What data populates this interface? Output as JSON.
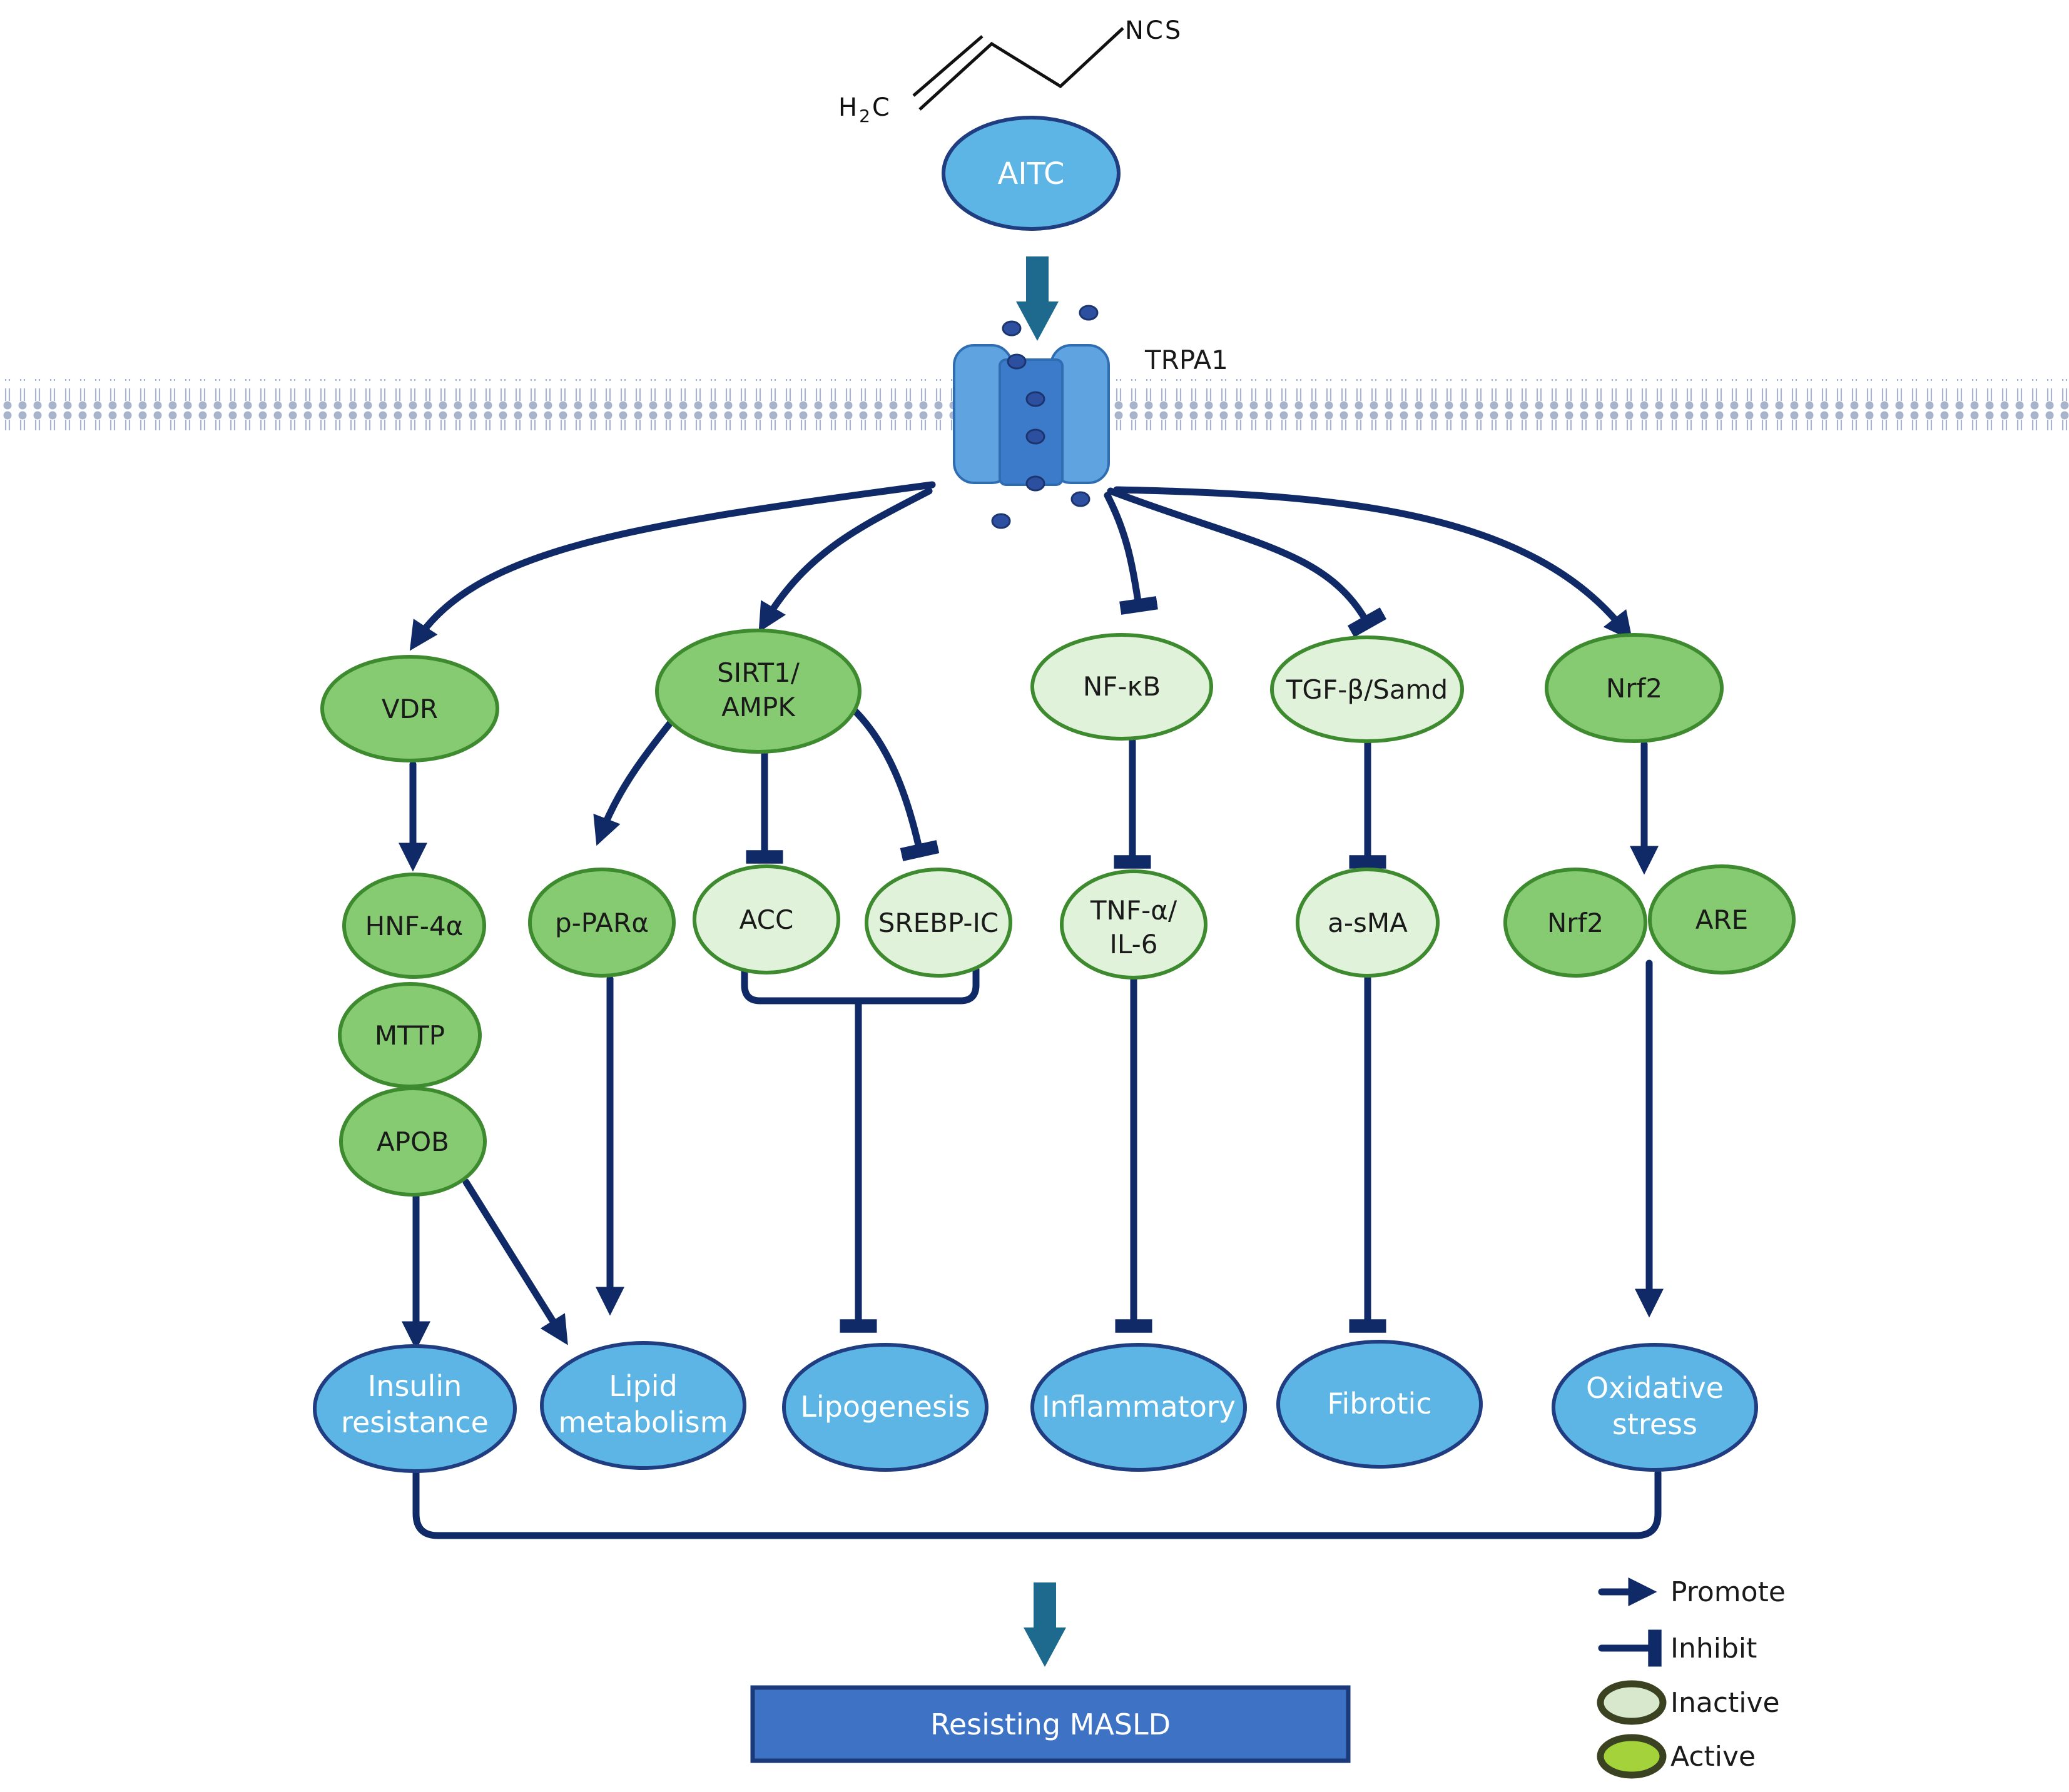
{
  "compound": {
    "formula_left": "H",
    "formula_left_sub": "2",
    "formula_left_end": "C",
    "formula_right": "NCS",
    "name": "AITC"
  },
  "channel": {
    "name": "TRPA1"
  },
  "nodes": {
    "vdr": "VDR",
    "sirt1_line1": "SIRT1/",
    "sirt1_line2": "AMPK",
    "nfkb": "NF-κB",
    "tgfb": "TGF-β/Samd",
    "nrf2_top": "Nrf2",
    "hnf4a": "HNF-4α",
    "mttp": "MTTP",
    "apob": "APOB",
    "ppara": "p-PARα",
    "acc": "ACC",
    "srebp": "SREBP-IC",
    "tnfa_line1": "TNF-α/",
    "tnfa_line2": "IL-6",
    "asma": "a-sMA",
    "nrf2_bottom": "Nrf2",
    "are": "ARE"
  },
  "outcomes": {
    "insulin_line1": "Insulin",
    "insulin_line2": "resistance",
    "lipid_line1": "Lipid",
    "lipid_line2": "metabolism",
    "lipogenesis": "Lipogenesis",
    "inflammatory": "Inflammatory",
    "fibrotic": "Fibrotic",
    "oxidative_line1": "Oxidative",
    "oxidative_line2": "stress"
  },
  "result": "Resisting MASLD",
  "legend": {
    "promote": "Promote",
    "inhibit": "Inhibit",
    "inactive": "Inactive",
    "active": "Active"
  },
  "colors": {
    "edge": "#0f2a66",
    "active_fill": "#86cb72",
    "active_stroke": "#3e8a2f",
    "inactive_fill": "#e0f2da",
    "inactive_stroke": "#3e8a2f",
    "outcome_fill": "#5cb5e5",
    "outcome_stroke": "#1f3d80",
    "result_fill": "#3d72c4",
    "teal_arrow": "#1e6a8e",
    "membrane": "#a8b3cc"
  }
}
